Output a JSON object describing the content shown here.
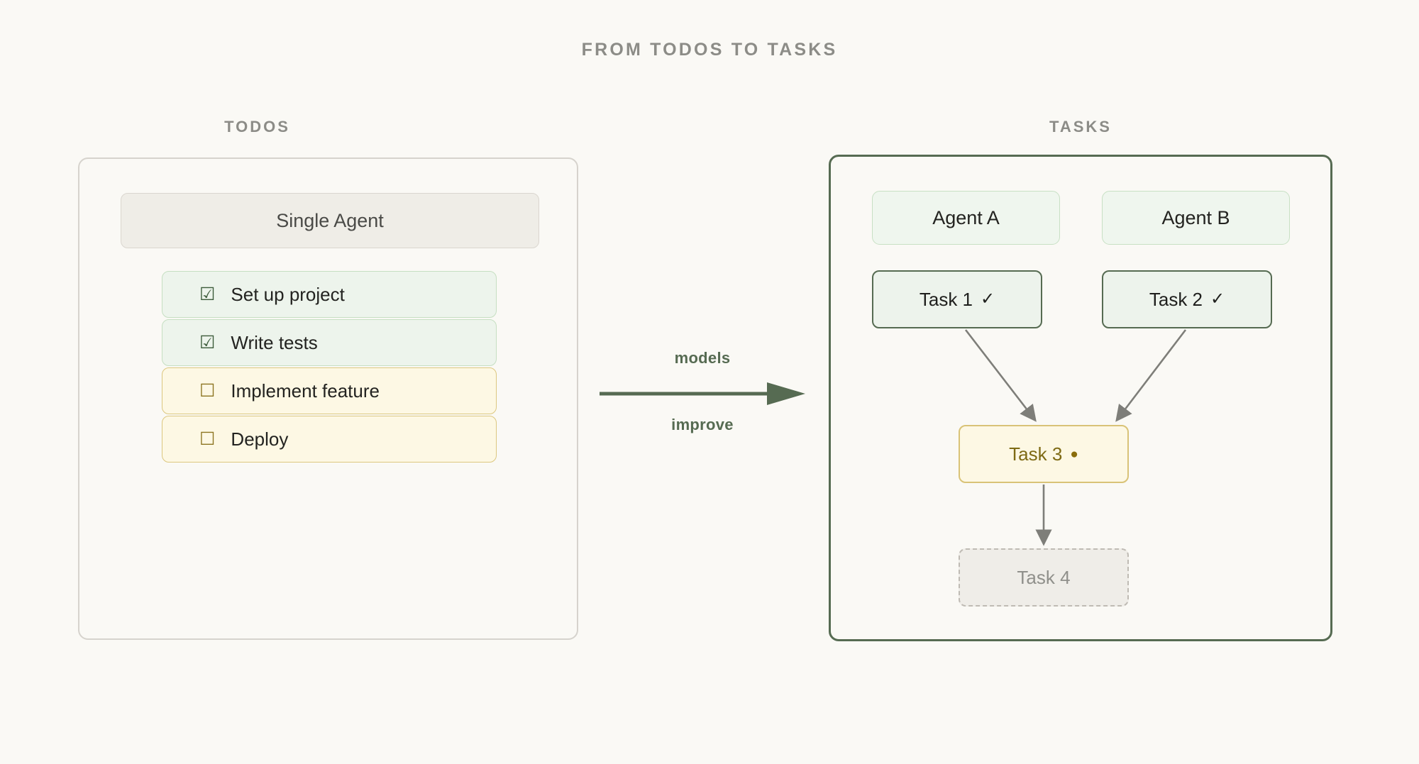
{
  "title": "FROM TODOS TO TASKS",
  "colors": {
    "background": "#FAF9F5",
    "muted_text": "#8C8C87",
    "accent_green": "#566B52",
    "accent_yellow": "#D9C377",
    "green_fill": "#EDF3EC",
    "yellow_fill": "#FDF8E4",
    "gray_fill": "#EFEDE8",
    "edge_gray": "#7E7E79"
  },
  "left": {
    "header": "TODOS",
    "agent_box": "Single Agent",
    "items": [
      {
        "checkbox": "checked-box-icon",
        "glyph": "☑",
        "label": "Set up project",
        "state": "done"
      },
      {
        "checkbox": "checked-box-icon",
        "glyph": "☑",
        "label": "Write tests",
        "state": "done"
      },
      {
        "checkbox": "empty-box-icon",
        "glyph": "☐",
        "label": "Implement feature",
        "state": "pending"
      },
      {
        "checkbox": "empty-box-icon",
        "glyph": "☐",
        "label": "Deploy",
        "state": "pending"
      }
    ]
  },
  "transition": {
    "label_top": "models",
    "label_bottom": "improve",
    "icon": "right-arrow-icon"
  },
  "right": {
    "header": "TASKS",
    "agents": [
      {
        "label": "Agent A"
      },
      {
        "label": "Agent B"
      }
    ],
    "tasks": [
      {
        "label": "Task 1",
        "marker": "✓",
        "marker_icon": "check-icon",
        "state": "complete"
      },
      {
        "label": "Task 2",
        "marker": "✓",
        "marker_icon": "check-icon",
        "state": "complete"
      },
      {
        "label": "Task 3",
        "marker": "●",
        "marker_icon": "dot-icon",
        "state": "active"
      },
      {
        "label": "Task 4",
        "marker": "",
        "marker_icon": "none",
        "state": "queued"
      }
    ],
    "edges": [
      {
        "from": "Task 1",
        "to": "Task 3"
      },
      {
        "from": "Task 2",
        "to": "Task 3"
      },
      {
        "from": "Task 3",
        "to": "Task 4"
      }
    ]
  }
}
